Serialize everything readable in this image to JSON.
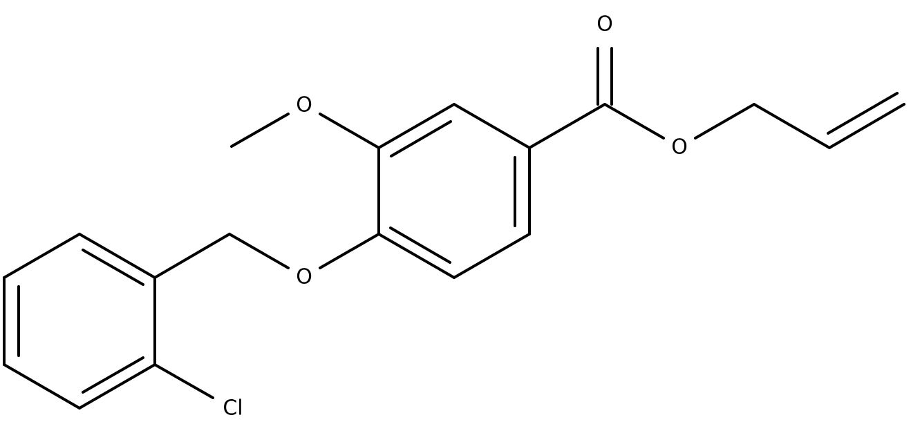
{
  "molecule": {
    "atoms": [
      {
        "id": "o_carbonyl",
        "label": "O"
      },
      {
        "id": "o_ester",
        "label": "O"
      },
      {
        "id": "o_methoxy",
        "label": "O"
      },
      {
        "id": "o_ether",
        "label": "O"
      },
      {
        "id": "cl",
        "label": "Cl"
      }
    ],
    "colors": {
      "bond": "#000000",
      "label": "#000000",
      "background": "#ffffff"
    }
  }
}
